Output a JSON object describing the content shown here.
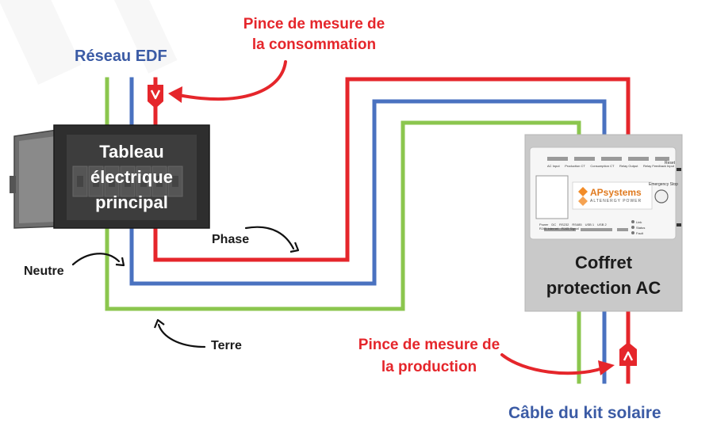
{
  "colors": {
    "phase": "#e5262b",
    "neutre": "#4a72c0",
    "terre": "#8bc64e",
    "title_blue": "#3b5ba5",
    "panel_dark": "#2e2e2e",
    "box_grey": "#c9c9c9"
  },
  "labels": {
    "reseau": "Réseau EDF",
    "pince_conso_1": "Pince de mesure de",
    "pince_conso_2": "la consommation",
    "tableau_1": "Tableau",
    "tableau_2": "électrique",
    "tableau_3": "principal",
    "phase": "Phase",
    "neutre": "Neutre",
    "terre": "Terre",
    "coffret_1": "Coffret",
    "coffret_2": "protection AC",
    "pince_prod_1": "Pince de mesure de",
    "pince_prod_2": "la production",
    "cable": "Câble du kit solaire"
  },
  "device": {
    "brand": "APsystems",
    "tagline": "ALTENERGY POWER",
    "emergency": "Emergency Stop",
    "top_labels": [
      "AC Input",
      "Production CT",
      "Consumption CT",
      "Relay Output",
      "Relay Feedback Input"
    ],
    "reset": "Reset",
    "bottom_labels": [
      "Power",
      "DC",
      "RS232",
      "RS485",
      "USB 1",
      "USB 2",
      "RJ45 Internet",
      "RJ45 Signal"
    ],
    "status_labels": [
      "Link",
      "Status",
      "Fault"
    ]
  }
}
